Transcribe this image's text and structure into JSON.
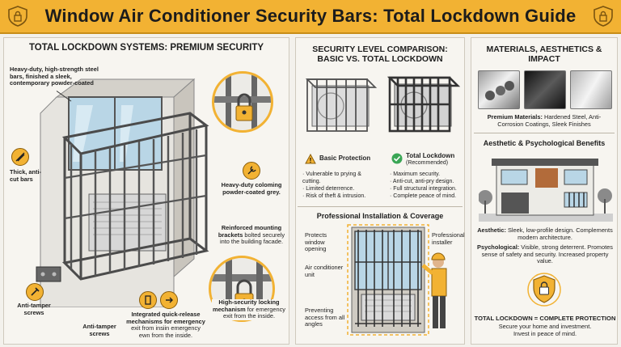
{
  "header": {
    "title": "Window Air Conditioner Security Bars: Total Lockdown Guide"
  },
  "left": {
    "heading": "TOTAL LOCKDOWN SYSTEMS: PREMIUM SECURITY",
    "labels": {
      "steel_bars": "Heavy-duty, high-strength steel bars, finished a sleek, contemporary powder-coated",
      "anti_cut": "Thick, anti-cut bars",
      "coloring": "Heavy-duty coloming powder-coated grey.",
      "brackets_bold": "Reinforced mounting brackets",
      "brackets_rest": "bolted securely into the building facade.",
      "quick_release_bold": "Integrated quick-release mechanisms for emergency",
      "quick_release_rest": "exit from insiin emergency ewn from the inside.",
      "locking_bold": "High-security locking mechanism",
      "locking_rest": "for emergency exit from the inside.",
      "screws_left": "Anti-tamper screws",
      "screws_mid": "Anti-tamper screws"
    }
  },
  "middle": {
    "heading": "SECURITY LEVEL COMPARISON: BASIC VS. TOTAL LOCKDOWN",
    "basic": {
      "title": "Basic Protection",
      "items": [
        "Vulnerable to prying & cutting.",
        "Limited deterrence.",
        "Risk of theft & intrusion."
      ]
    },
    "total": {
      "title": "Total Lockdown",
      "subtitle": "(Recommended)",
      "items": [
        "Maximum security.",
        "Anti-cut, anti-pry design.",
        "Full structural integration.",
        "Complete peace of mind."
      ]
    },
    "install": {
      "heading": "Professional Installation & Coverage",
      "protects": "Protects window opening",
      "ac_unit": "Air conditioner unit",
      "preventing": "Preventing access from all angles",
      "installer": "Professional installer"
    }
  },
  "right": {
    "heading": "MATERIALS, AESTHETICS & IMPACT",
    "materials_label": "Premium Materials:",
    "materials_text": "Hardened Steel, Anti-Corrosion Coatings, Sleek Finishes",
    "benefits_heading": "Aesthetic & Psychological Benefits",
    "aesthetic_label": "Aesthetic:",
    "aesthetic_text": "Sleek, low-profile design. Complements modern architecture.",
    "psych_label": "Psychological:",
    "psych_text": "Visible, strong deterrent. Promotes sense of safety and security. Increased property value.",
    "final_title": "TOTAL LOCKDOWN = COMPLETE PROTECTION",
    "final_line1": "Secure your home and investment.",
    "final_line2": "Invest in peace of mind."
  },
  "colors": {
    "accent": "#f2b233",
    "dark": "#2a2a2a",
    "green": "#3aa655"
  }
}
